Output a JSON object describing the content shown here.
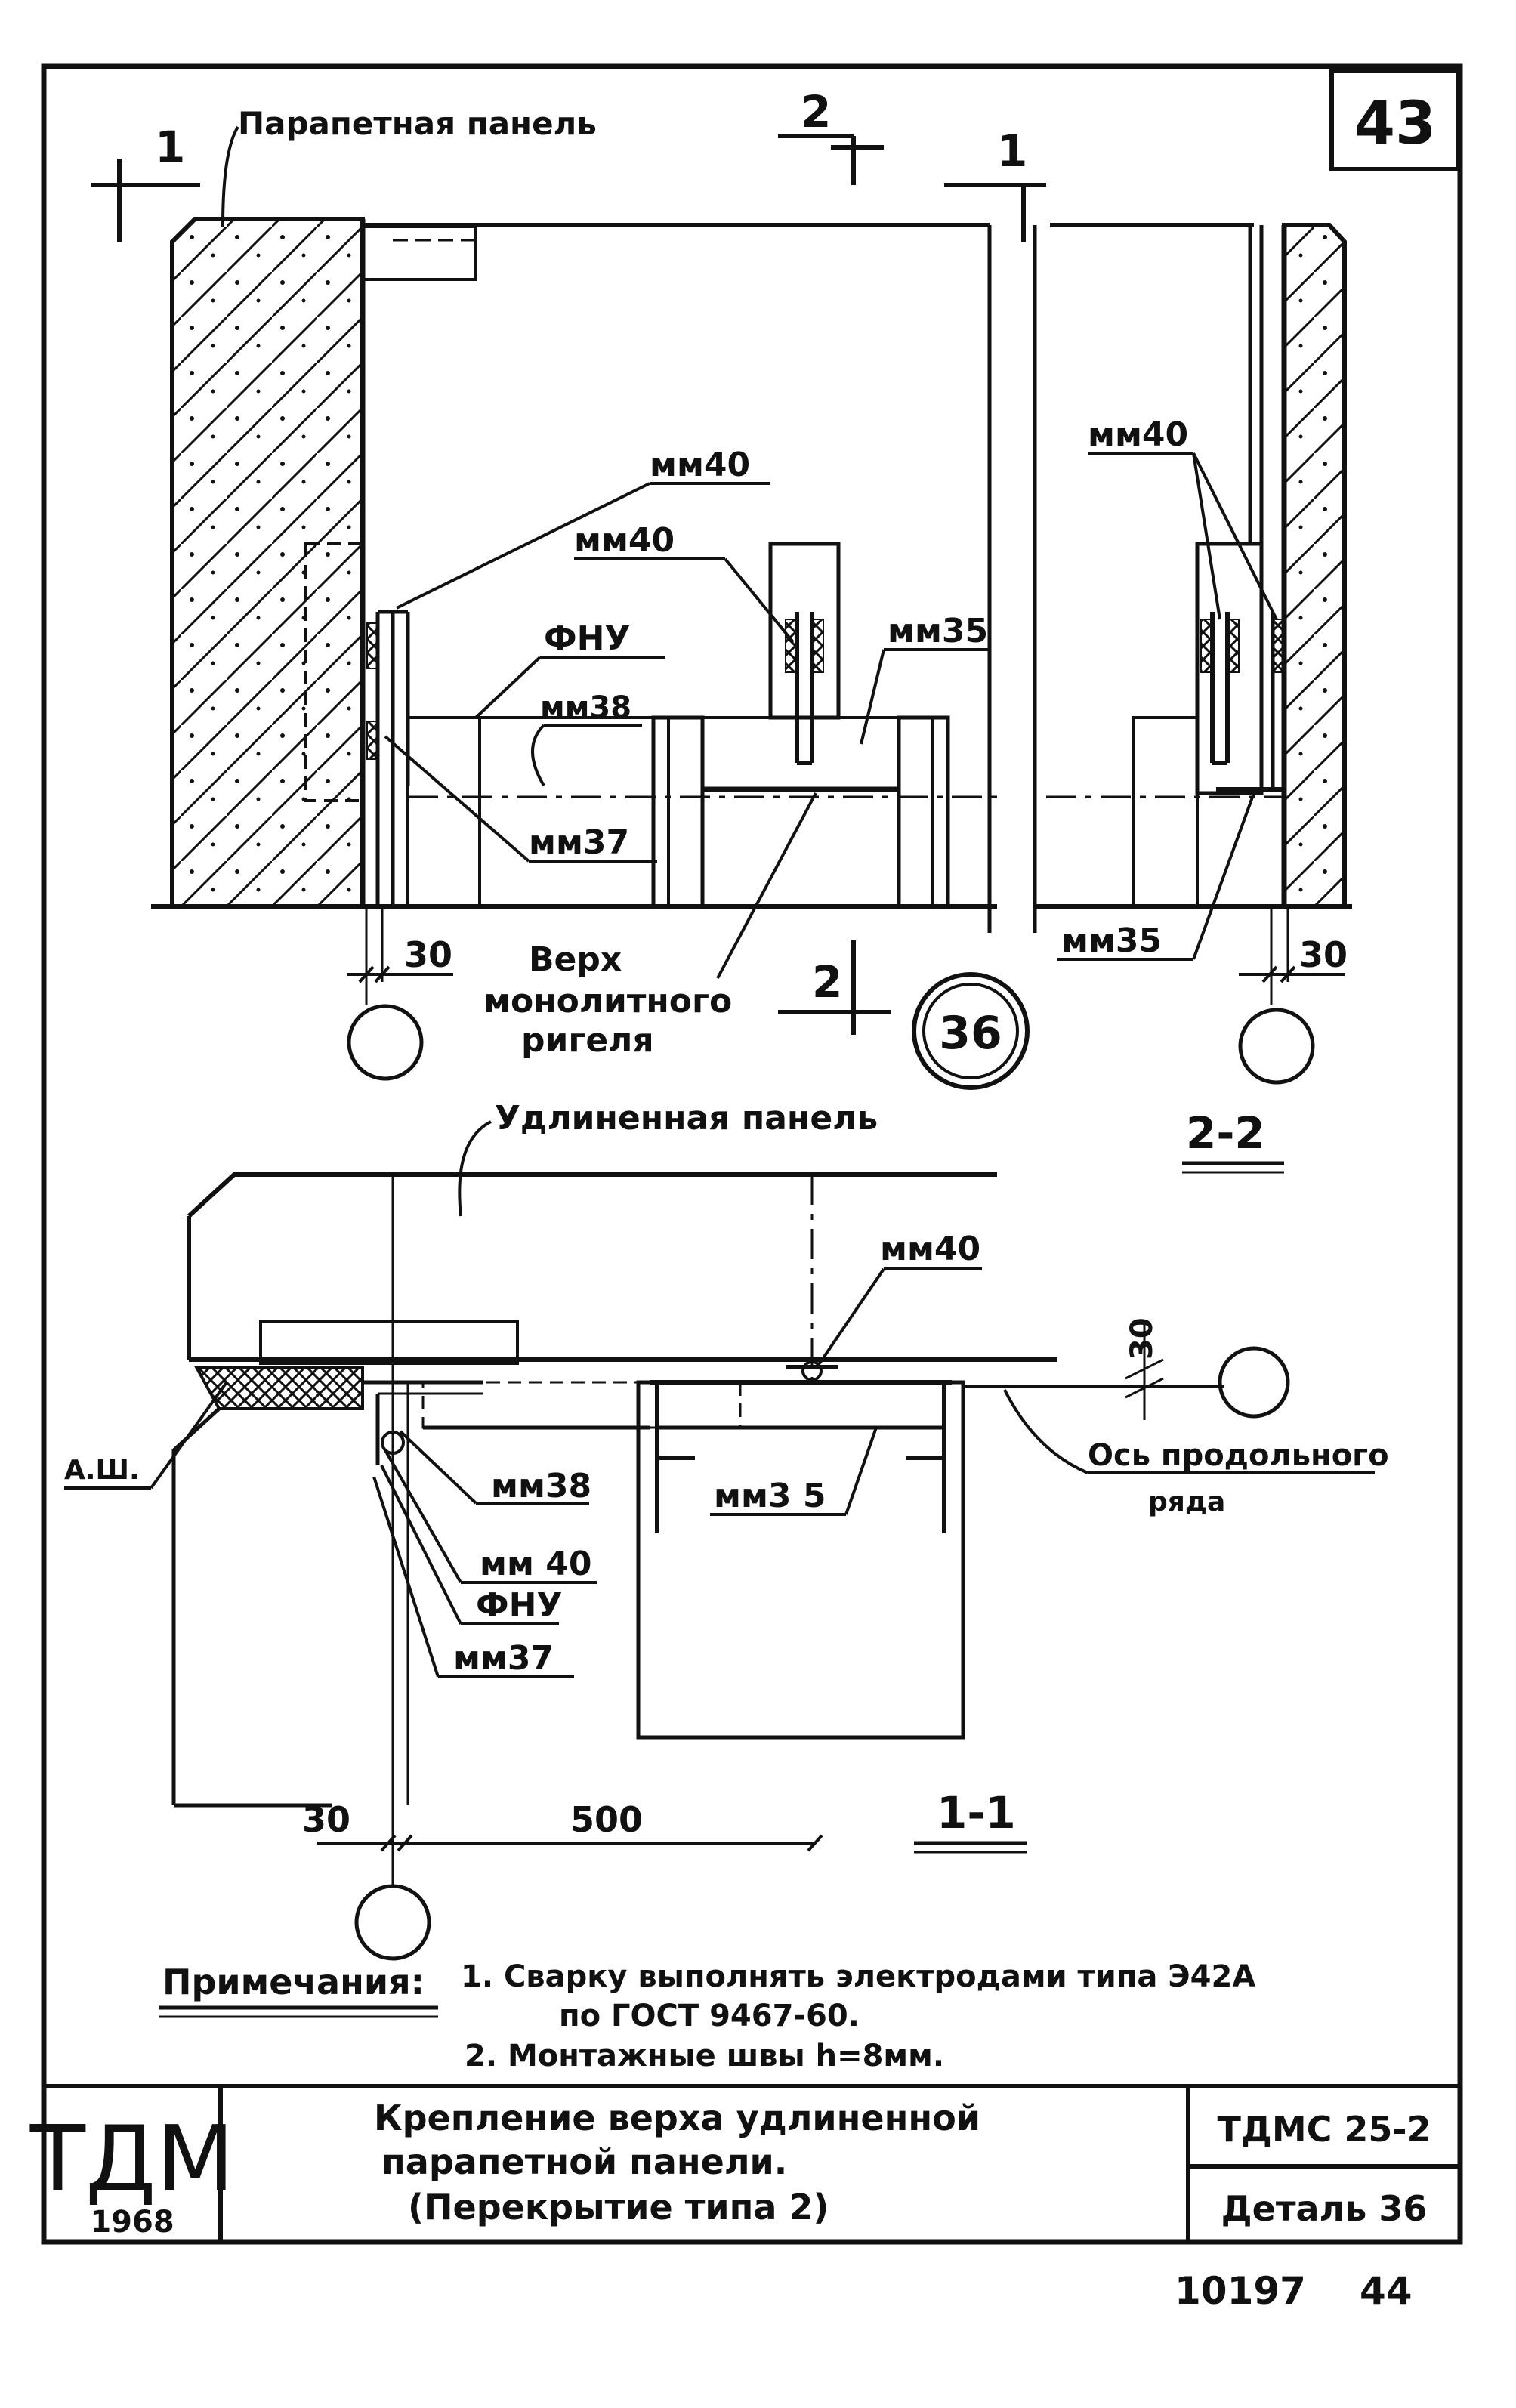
{
  "sheet": {
    "number": "43",
    "footer_numbers": [
      "10197",
      "44"
    ]
  },
  "labels": {
    "parapet_panel": "Парапетная панель",
    "extended_panel": "Удлиненная панель",
    "section_1_mark": "1",
    "section_2_mark": "2",
    "mm40_a": "мм40",
    "mm40_b": "мм40",
    "mm40_c": "мм40",
    "mm40_d": "мм40",
    "mm40_e": "мм 40",
    "fnu_a": "ФНУ",
    "fnu_b": "ФНУ",
    "mm38_a": "мм38",
    "mm38_b": "мм38",
    "mm37_a": "мм37",
    "mm37_b": "мм37",
    "mm35_a": "мм35",
    "mm35_b": "мм35",
    "mm35_c": "мм3 5",
    "top_line1": "Верх",
    "top_line2": "монолитного",
    "top_line3": "ригеля",
    "detail_circle": "36",
    "dim_30_a": "30",
    "dim_30_b": "30",
    "dim_30_c": "30",
    "dim_30_d": "30",
    "dim_500": "500",
    "section_2_2": "2-2",
    "section_1_1": "1-1",
    "ash": "А.Ш.",
    "axis_line1": "Ось продольного",
    "axis_line2": "ряда"
  },
  "notes": {
    "heading": "Примечания:",
    "line1": "1. Сварку выполнять электродами типа Э42А",
    "line2": "по ГОСТ 9467-60.",
    "line3": "2. Монтажные швы h=8мм."
  },
  "title_block": {
    "logo": "ТДМ",
    "year": "1968",
    "title_line1": "Крепление верха удлиненной",
    "title_line2": "парапетной панели.",
    "title_line3": "(Перекрытие типа 2)",
    "code": "ТДМС 25-2",
    "detail": "Деталь 36"
  }
}
